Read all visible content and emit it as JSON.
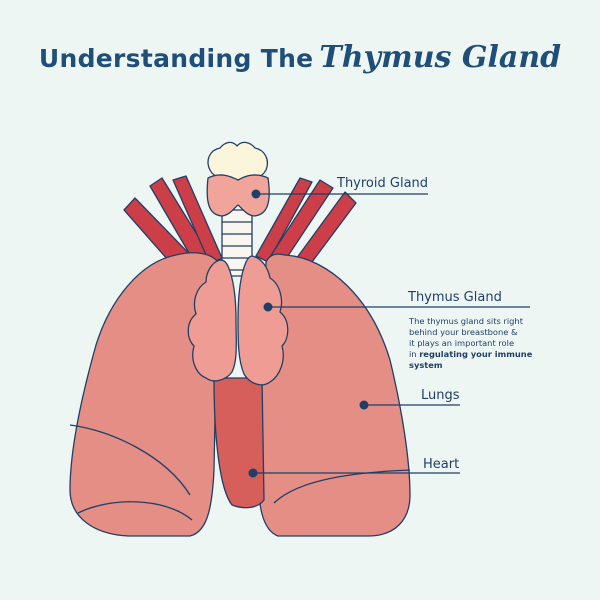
{
  "title": {
    "main": "Understanding The",
    "accent": "Thymus Gland"
  },
  "labels": {
    "thyroid": "Thyroid Gland",
    "thymus": "Thymus Gland",
    "lungs": "Lungs",
    "heart": "Heart"
  },
  "thymus_description": {
    "lines": [
      "The thymus gland sits right",
      "behind your breastbone &",
      "it plays an important role"
    ],
    "lead": "in",
    "bold_1": "regulating your immune",
    "bold_2": "system"
  },
  "colors": {
    "background": "#eef6f3",
    "outline": "#1f3f66",
    "lung": "#e58e85",
    "thymus": "#ef9c95",
    "heart": "#d65e5b",
    "vessel": "#cc3f48",
    "thyroid": "#f0a49a",
    "cartilage": "#fbf5dc",
    "trachea": "#f8f6ef",
    "title": "#1f4e79"
  }
}
